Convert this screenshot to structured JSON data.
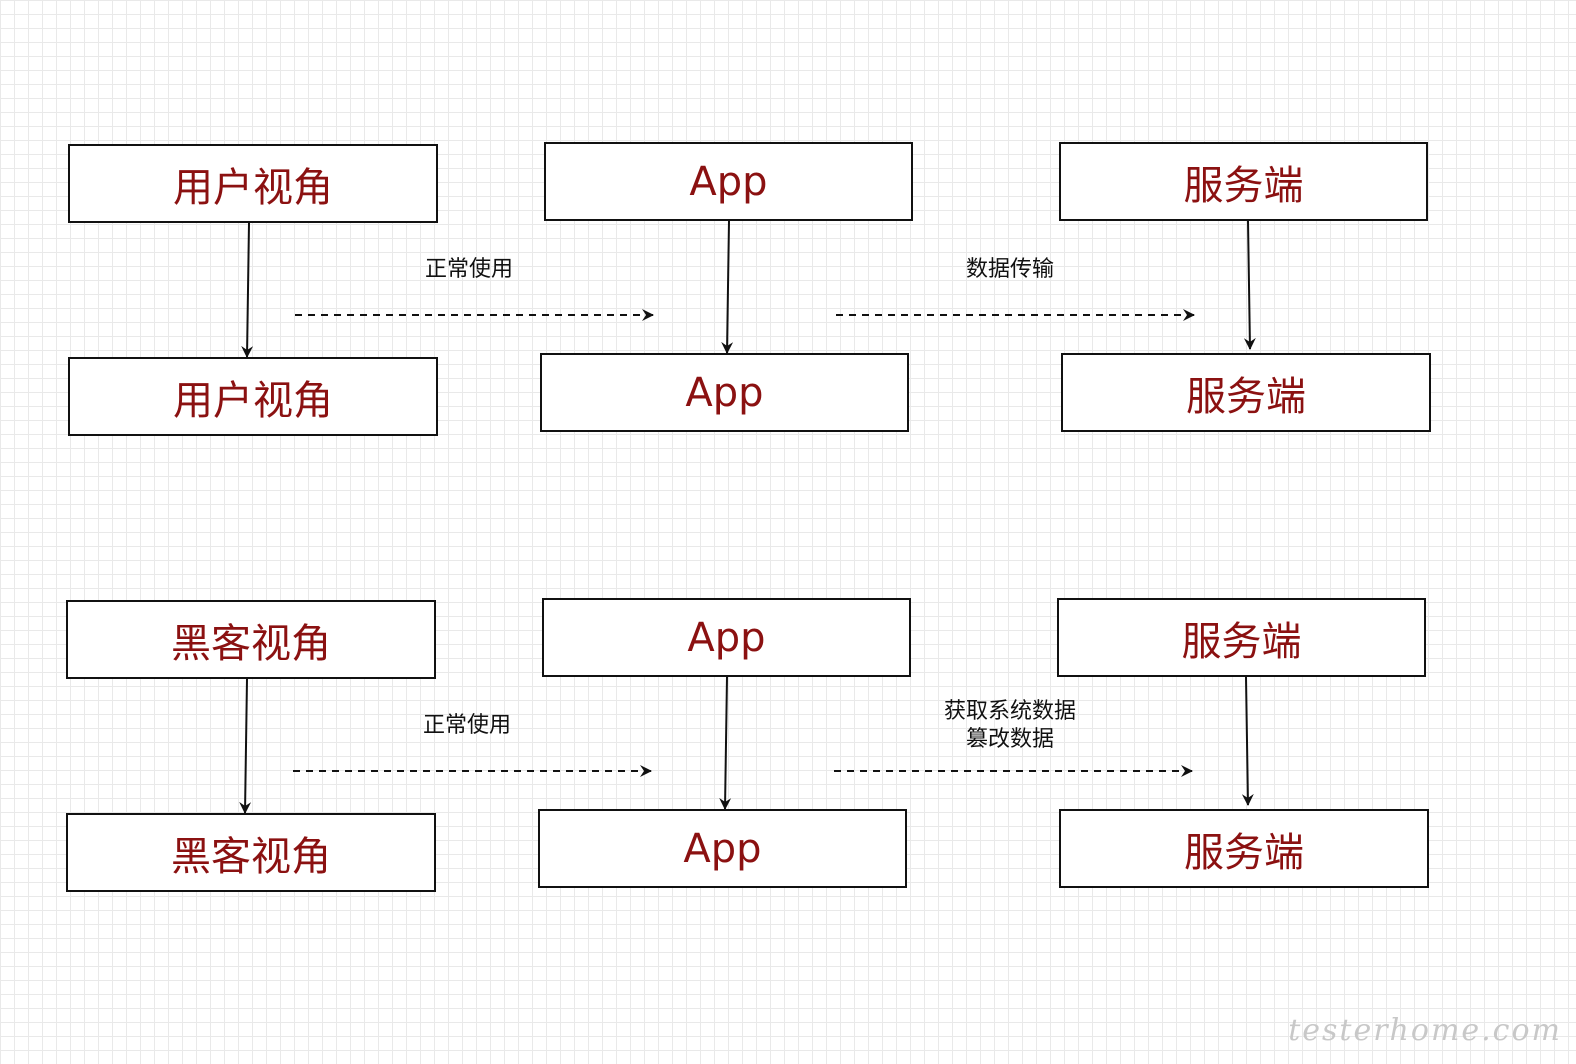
{
  "rows": [
    {
      "top_boxes": [
        "用户视角",
        "App",
        "服务端"
      ],
      "bottom_boxes": [
        "用户视角",
        "App",
        "服务端"
      ],
      "labels": {
        "left": [
          "正常使用"
        ],
        "right": [
          "数据传输"
        ]
      }
    },
    {
      "top_boxes": [
        "黑客视角",
        "App",
        "服务端"
      ],
      "bottom_boxes": [
        "黑客视角",
        "App",
        "服务端"
      ],
      "labels": {
        "left": [
          "正常使用"
        ],
        "right": [
          "获取系统数据",
          "篡改数据"
        ]
      }
    }
  ],
  "watermark": "testerhome.com",
  "colors": {
    "box_text": "#8b1111",
    "line": "#111111",
    "grid": "#e9e9e9"
  }
}
